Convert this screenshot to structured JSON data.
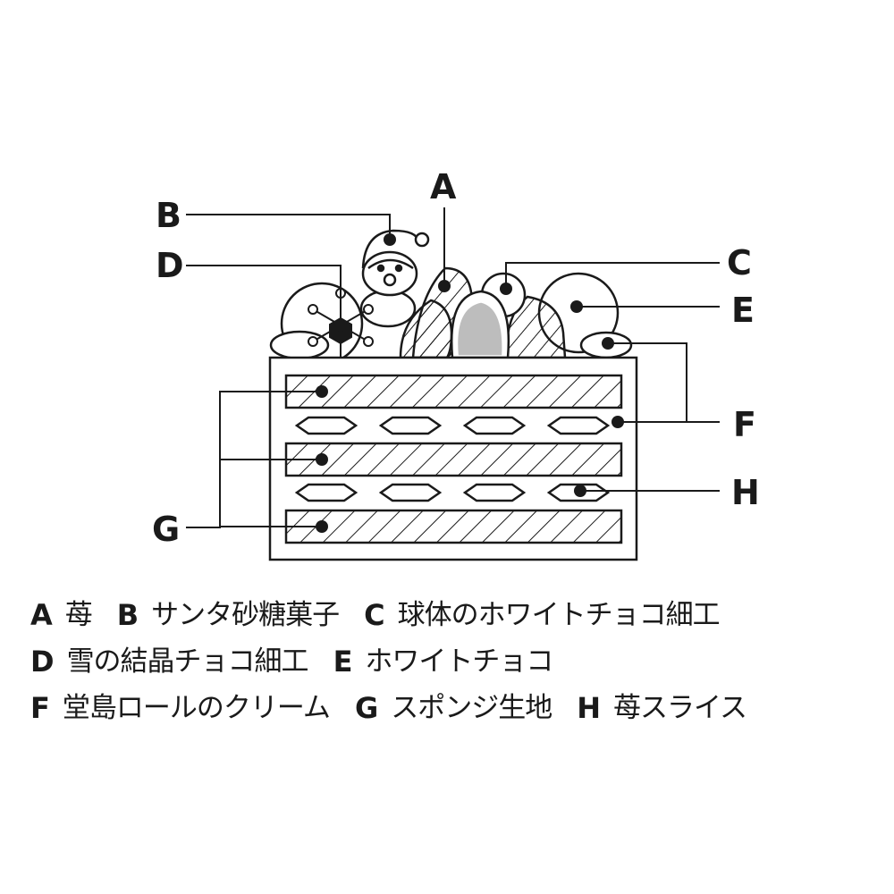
{
  "callouts": {
    "A": "A",
    "B": "B",
    "C": "C",
    "D": "D",
    "E": "E",
    "F": "F",
    "G": "G",
    "H": "H"
  },
  "legend": [
    [
      {
        "key": "A",
        "text": "苺"
      },
      {
        "key": "B",
        "text": "サンタ砂糖菓子"
      },
      {
        "key": "C",
        "text": "球体のホワイトチョコ細工"
      }
    ],
    [
      {
        "key": "D",
        "text": "雪の結晶チョコ細工"
      },
      {
        "key": "E",
        "text": "ホワイトチョコ"
      }
    ],
    [
      {
        "key": "F",
        "text": "堂島ロールのクリーム"
      },
      {
        "key": "G",
        "text": "スポンジ生地"
      },
      {
        "key": "H",
        "text": "苺スライス"
      }
    ]
  ],
  "colors": {
    "ink": "#1a1a1a",
    "white_choco_ball": "#bdbdbd",
    "background": "#ffffff"
  },
  "icons": [
    "santa-icon",
    "snowflake-icon"
  ]
}
